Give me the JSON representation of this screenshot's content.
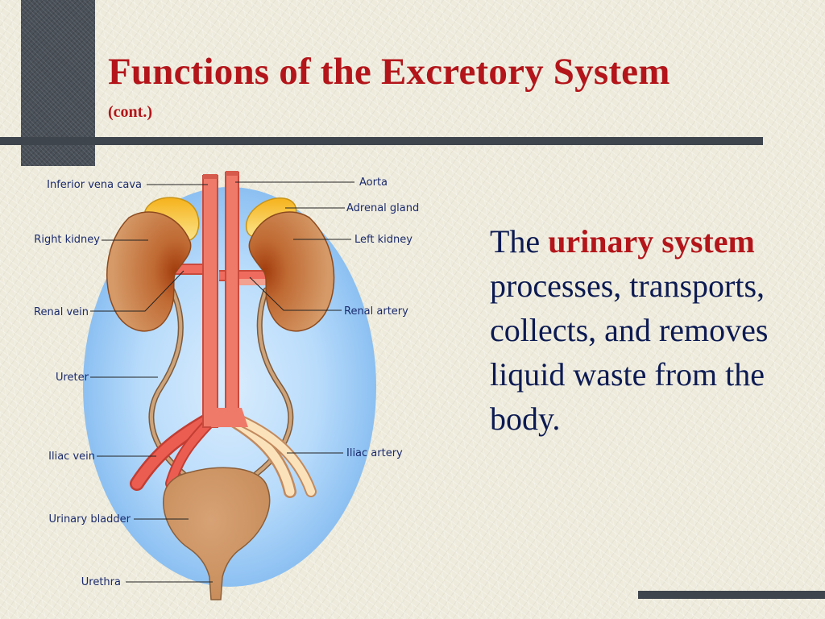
{
  "slide": {
    "title": "Functions of the Excretory System",
    "subtitle": "(cont.)"
  },
  "body_text": {
    "lead": "The ",
    "highlight": "urinary system",
    "rest": " processes, transports, collects, and removes liquid waste from the body."
  },
  "diagram": {
    "labels": {
      "inferior_vena_cava": "Inferior vena cava",
      "aorta": "Aorta",
      "adrenal_gland": "Adrenal gland",
      "right_kidney": "Right kidney",
      "left_kidney": "Left kidney",
      "renal_vein": "Renal vein",
      "renal_artery": "Renal artery",
      "ureter": "Ureter",
      "iliac_vein": "Iliac vein",
      "iliac_artery": "Iliac artery",
      "urinary_bladder": "Urinary bladder",
      "urethra": "Urethra"
    }
  },
  "colors": {
    "title_red": "#b3151a",
    "body_navy": "#0c1a52",
    "label_blue": "#1a2a6c",
    "rule_dark": "#3f454d",
    "vessel_red": "#ef7a6a",
    "kidney_brown": "#c67c45",
    "adrenal_yellow": "#f7c437",
    "halo_blue": "#a8d2f8"
  }
}
